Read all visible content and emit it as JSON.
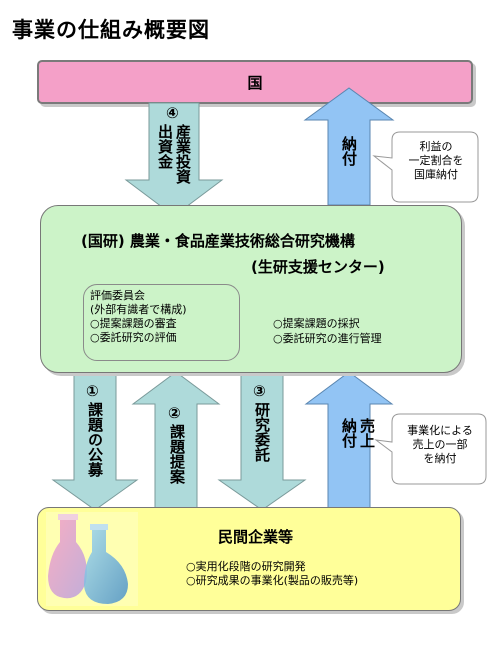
{
  "title": "事業の仕組み概要図",
  "nodes": {
    "kuni": "国",
    "naro": {
      "line1": "(国研) 農業・食品産業技術総合研究機構",
      "line2": "(生研支援センター)",
      "committee": [
        "評価委員会",
        "(外部有識者で構成)",
        "○提案課題の審査",
        "○委託研究の評価"
      ],
      "tasks": [
        "○提案課題の採択",
        "○委託研究の進行管理"
      ]
    },
    "minkan": {
      "title": "民間企業等",
      "lines": [
        "○実用化段階の研究開発",
        "○研究成果の事業化(製品の販売等)"
      ]
    }
  },
  "arrows": {
    "investment": {
      "number": "④",
      "text": "産業投資出資金"
    },
    "payment_top": "納付",
    "koubo": {
      "number": "①",
      "text": "課題の公募"
    },
    "teian": {
      "number": "②",
      "text": "課題提案"
    },
    "itaku": {
      "number": "③",
      "text": "研究委託"
    },
    "payment_bottom": "売上納付"
  },
  "callouts": {
    "top": [
      "利益の",
      "一定割合を",
      "国庫納付"
    ],
    "bottom": [
      "事業化による",
      "売上の一部",
      "を納付"
    ]
  },
  "colors": {
    "kuni_fill": "#f4a0c8",
    "naro_fill": "#ccf3c8",
    "minkan_fill": "#ffff99",
    "arrow_teal": "#aedada",
    "arrow_blue": "#92c4f4"
  }
}
